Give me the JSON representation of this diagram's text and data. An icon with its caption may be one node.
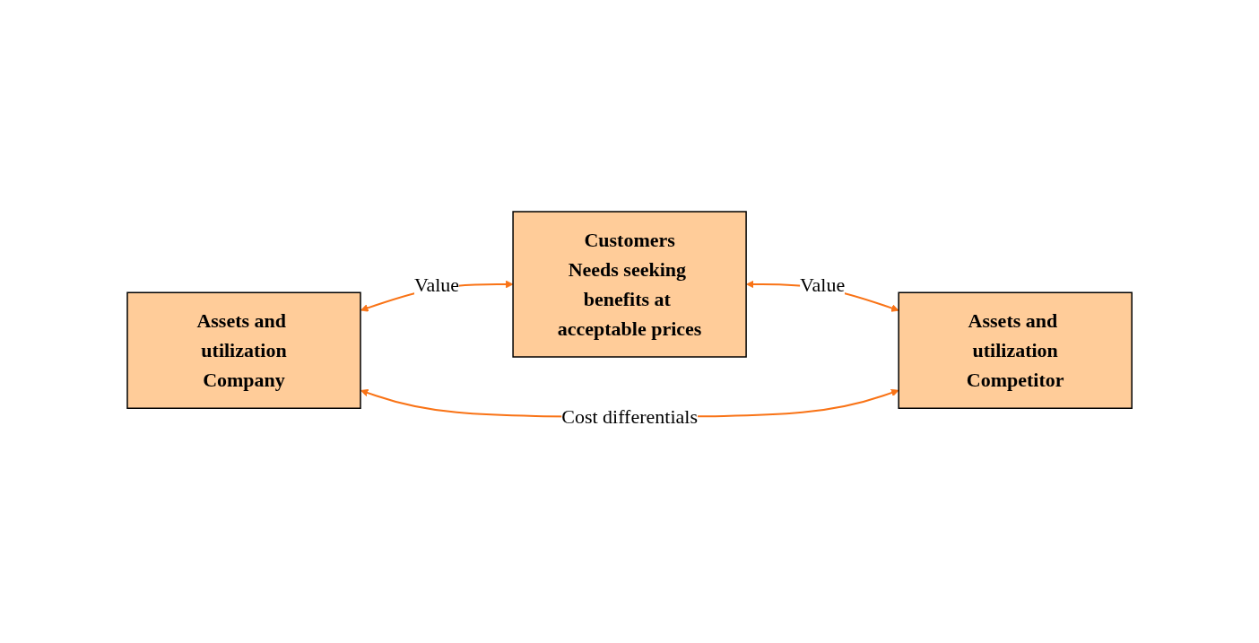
{
  "diagram": {
    "nodes": [
      {
        "text": [
          "Customers",
          "Needs seeking benefits at acceptable prices"
        ]
      },
      {
        "text": [
          "Assets and utilization",
          "Company"
        ]
      },
      {
        "text": [
          "Assets and utilization",
          "Competitor"
        ]
      }
    ],
    "edges": [
      {
        "from": 1,
        "to": 0,
        "arrow": "both",
        "label": "Value"
      },
      {
        "from": 0,
        "to": 2,
        "arrow": "both",
        "label": "Value"
      },
      {
        "from": 1,
        "to": 2,
        "arrow": "both",
        "label": "Cost differentials"
      }
    ]
  }
}
